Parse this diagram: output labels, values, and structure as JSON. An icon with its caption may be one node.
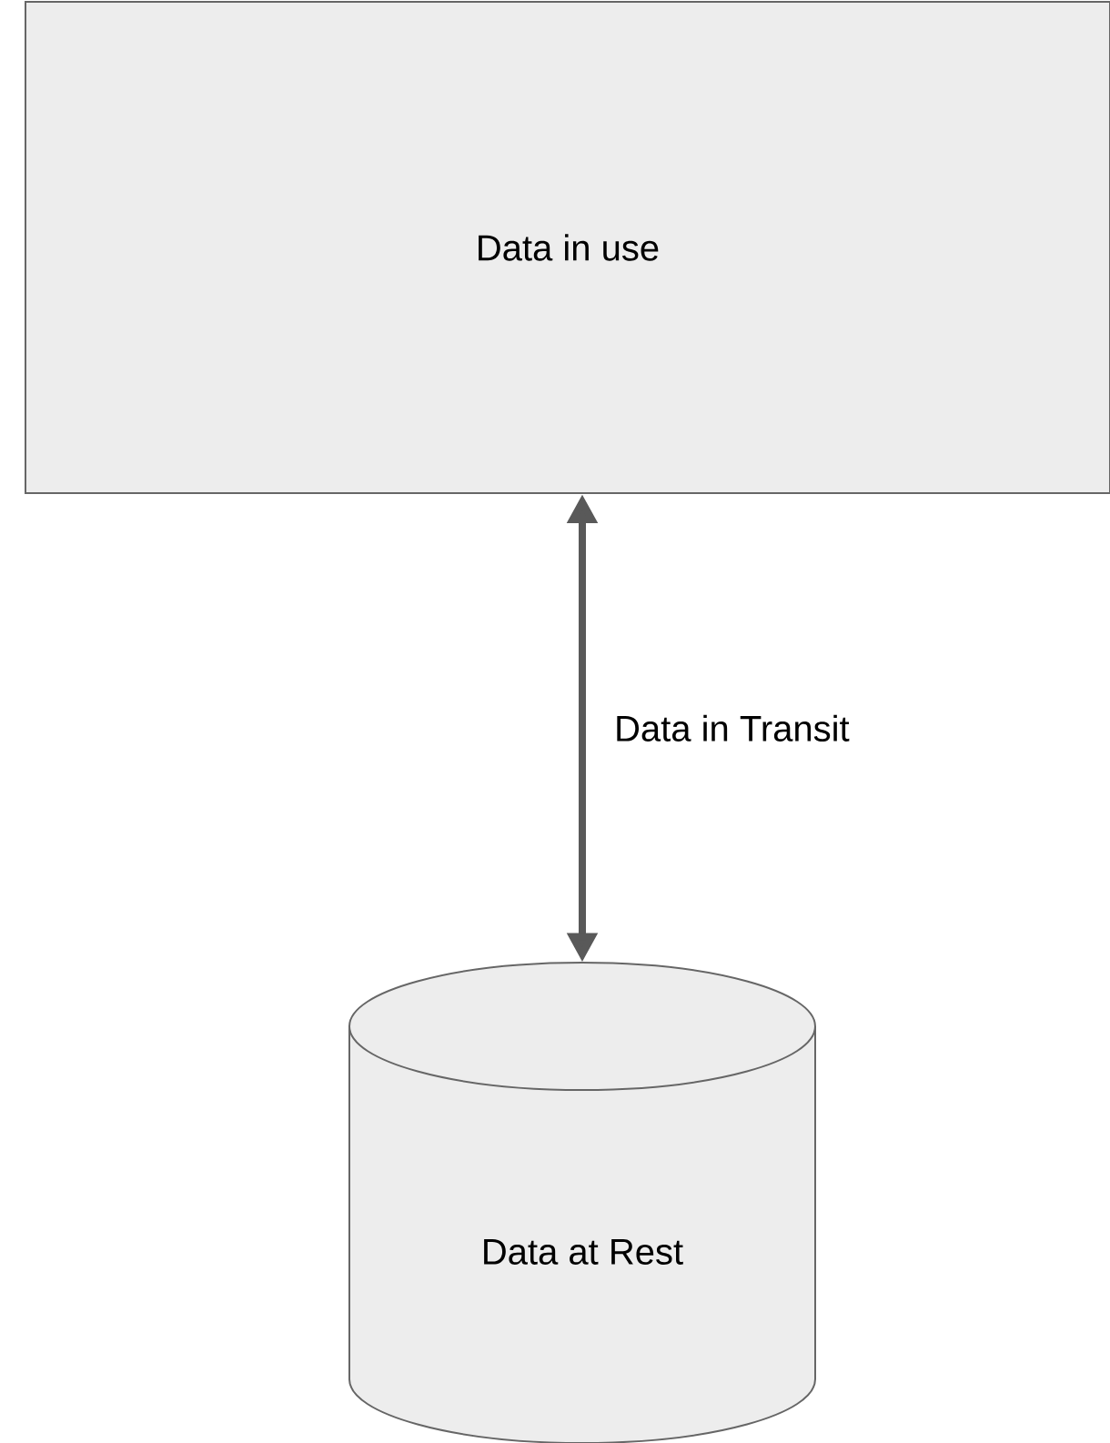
{
  "diagram": {
    "nodes": [
      {
        "text": [
          "Data in use"
        ]
      },
      {
        "text": [
          "Data at Rest"
        ]
      }
    ],
    "edges": [
      {
        "from": 0,
        "to": 1,
        "arrow": "both",
        "label": "Data in Transit"
      }
    ]
  }
}
